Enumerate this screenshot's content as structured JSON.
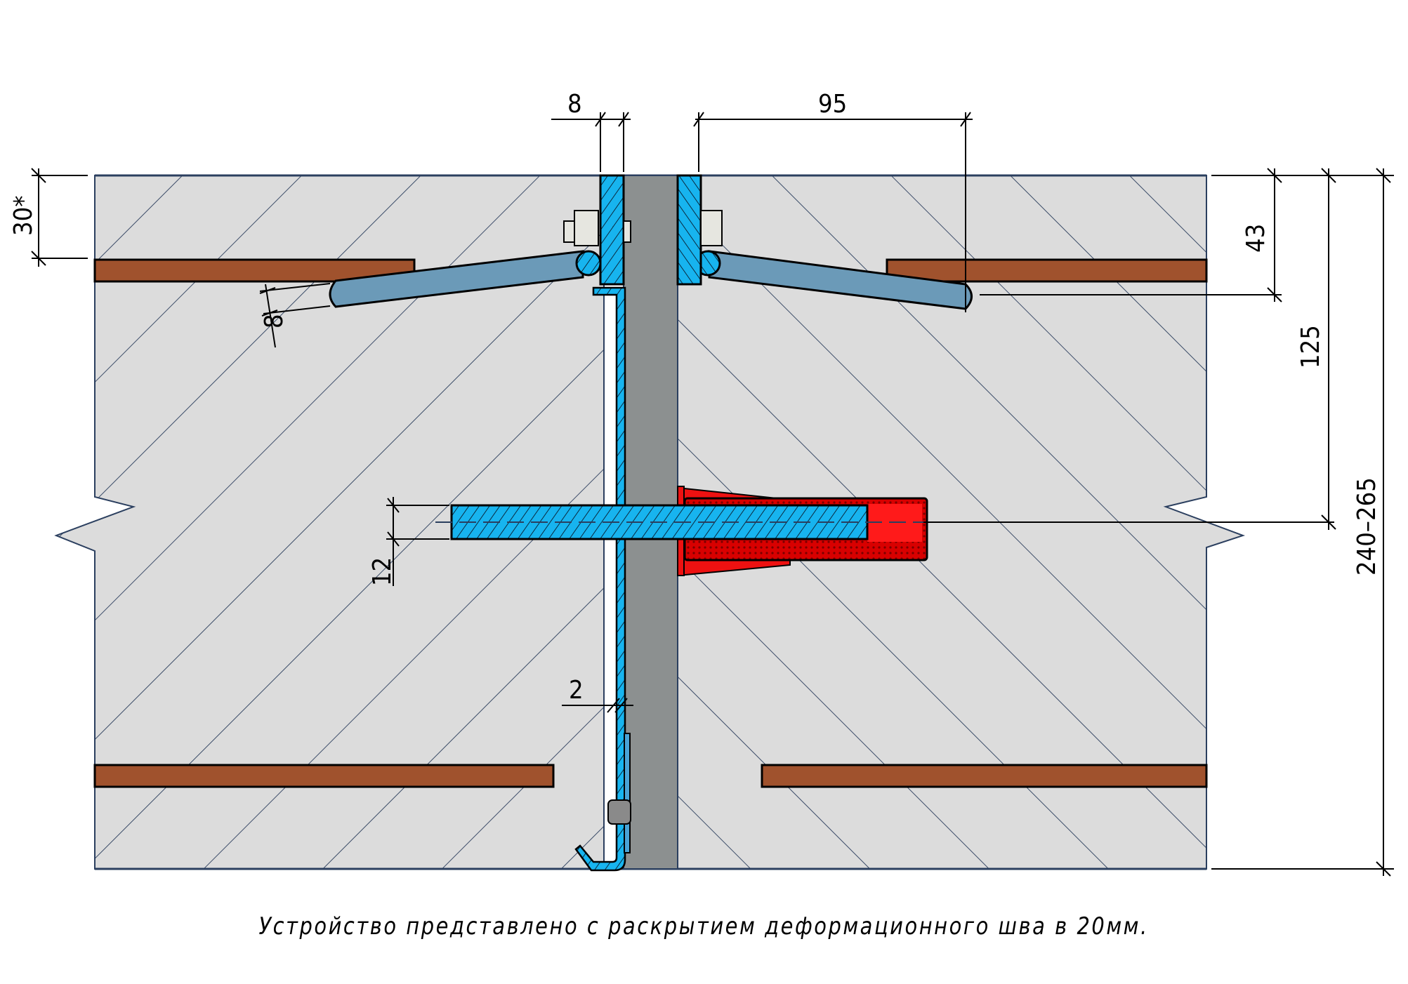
{
  "drawing": {
    "title": "Expansion joint device cross-section",
    "caption": "Устройство представлено с раскрытием деформационного шва в 20мм.",
    "dimensions": {
      "plate_thickness": "8",
      "anchor_offset": "95",
      "cover_depth": "30*",
      "anchor_diameter": "8",
      "anchor_depth": "43",
      "pin_depth": "125",
      "slab_thickness": "240–265",
      "pin_diameter": "12",
      "sheet_thickness": "2"
    },
    "colors": {
      "concrete": "#dcdcdc",
      "hatch": "#1f3354",
      "rebar": "#a0522d",
      "steel": "#17b4ef",
      "anchor": "#6b9ab8",
      "gap": "#8c9090",
      "sleeve": "#ee1111"
    }
  }
}
